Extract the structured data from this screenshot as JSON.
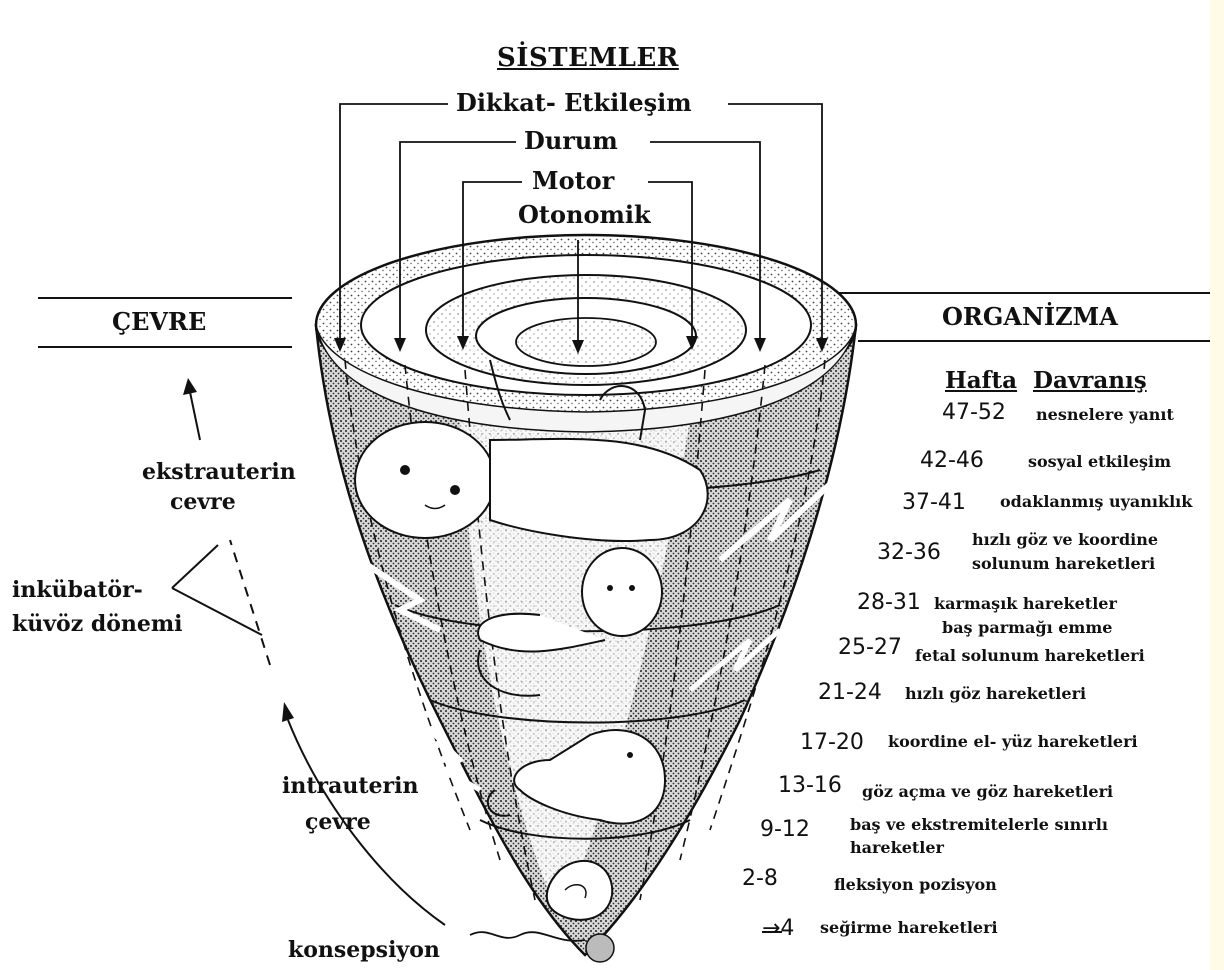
{
  "title": "SİSTEMLER",
  "systems": {
    "attention": "Dikkat- Etkileşim",
    "state": "Durum",
    "motor": "Motor",
    "autonomic": "Otonomik"
  },
  "environment": "ÇEVRE",
  "organism": "ORGANİZMA",
  "side_labels": {
    "extrauterine_line1": "ekstrauterin",
    "extrauterine_line2": "cevre",
    "incubator_line1": "inkübatör-",
    "incubator_line2": "küvöz dönemi",
    "intrauterine_line1": "intrauterin",
    "intrauterine_line2": "çevre",
    "conception": "konsepsiyon"
  },
  "table": {
    "week_header": "Hafta",
    "behavior_header": "Davranış",
    "rows": [
      {
        "week": "47-52",
        "behavior": "nesnelere yanıt"
      },
      {
        "week": "42-46",
        "behavior": "sosyal etkileşim"
      },
      {
        "week": "37-41",
        "behavior": "odaklanmış uyanıklık"
      },
      {
        "week": "32-36",
        "behavior": "hızlı göz ve koordine",
        "behavior2": "solunum hareketleri"
      },
      {
        "week": "28-31",
        "behavior": "karmaşık hareketler"
      },
      {
        "week": "",
        "behavior": "baş parmağı emme"
      },
      {
        "week": "25-27",
        "behavior": "fetal solunum hareketleri"
      },
      {
        "week": "21-24",
        "behavior": "hızlı göz hareketleri"
      },
      {
        "week": "17-20",
        "behavior": "koordine el- yüz hareketleri"
      },
      {
        "week": "13-16",
        "behavior": "göz açma ve göz hareketleri"
      },
      {
        "week": "9-12",
        "behavior": "baş ve ekstremitelerle sınırlı",
        "behavior2": "hareketler"
      },
      {
        "week": "2-8",
        "behavior": "fleksiyon pozisyon"
      },
      {
        "week": "→4",
        "behavior": "seğirme hareketleri"
      }
    ]
  }
}
